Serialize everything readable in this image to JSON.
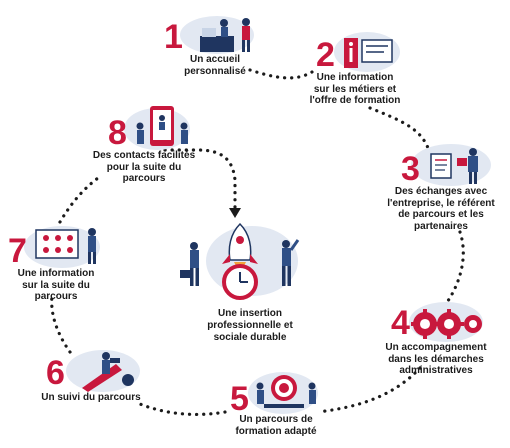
{
  "colors": {
    "accent": "#c8183d",
    "navy": "#1f3560",
    "blob": "#e2e8f2",
    "text": "#1b1b1b"
  },
  "center": {
    "label": "Une insertion\nprofessionnelle et\nsociale durable",
    "icon": "rocket-clock-icon"
  },
  "steps": [
    {
      "number": "1",
      "label": "Un accueil\npersonnalisé",
      "icon": "reception-desk-icon"
    },
    {
      "number": "2",
      "label": "Une information\nsur les métiers et\nl'offre de formation",
      "icon": "info-board-icon"
    },
    {
      "number": "3",
      "label": "Des échanges avec\nl'entreprise, le référent\nde parcours et les\npartenaires",
      "icon": "documents-exchange-icon"
    },
    {
      "number": "4",
      "label": "Un accompagnement\ndans les démarches\nadministratives",
      "icon": "gears-icon"
    },
    {
      "number": "5",
      "label": "Un parcours de\nformation adapté",
      "icon": "target-icon"
    },
    {
      "number": "6",
      "label": "Un suivi du parcours",
      "icon": "binoculars-icon"
    },
    {
      "number": "7",
      "label": "Une information\nsur la suite du\nparcours",
      "icon": "dashboard-icon"
    },
    {
      "number": "8",
      "label": "Des contacts facilités\npour la suite du\nparcours",
      "icon": "phone-contacts-icon"
    }
  ]
}
